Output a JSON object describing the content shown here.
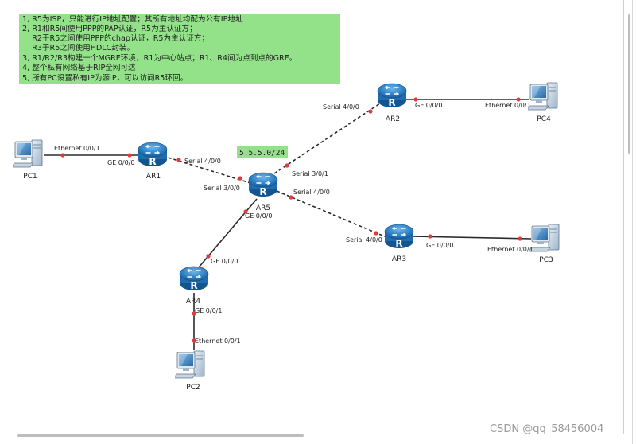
{
  "colors": {
    "note_bg": "#93e28a",
    "net_tag_bg": "#93e28a",
    "link_color": "#2b2b2b",
    "port_dot": "#e23a3a",
    "router_blue": "#1d6fb4"
  },
  "notes": [
    "1, R5为ISP，只能进行IP地址配置；其所有地址均配为公有IP地址",
    "2, R1和R5间使用PPP的PAP认证，R5为主认证方；",
    "    R2于R5之间使用PPP的chap认证，R5为主认证方；",
    "    R3于R5之间使用HDLC封装。",
    "3, R1/R2/R3构建一个MGRE环境，R1为中心站点；R1、R4间为点到点的GRE。",
    "4, 整个私有网络基于RIP全网可达",
    "5, 所有PC设置私有IP为源IP，可以访问R5环回。"
  ],
  "network_tag": "5.5.5.0/24",
  "devices": {
    "pc1": "PC1",
    "pc2": "PC2",
    "pc3": "PC3",
    "pc4": "PC4",
    "ar1": "AR1",
    "ar2": "AR2",
    "ar3": "AR3",
    "ar4": "AR4",
    "ar5": "AR5"
  },
  "ports": {
    "pc1_eth": "Ethernet 0/0/1",
    "ar1_ge": "GE 0/0/0",
    "ar1_s": "Serial 4/0/0",
    "ar5_s300": "Serial 3/0/0",
    "ar5_s301": "Serial 3/0/1",
    "ar5_s400": "Serial 4/0/0",
    "ar5_ge": "GE 0/0/0",
    "ar2_s": "Serial 4/0/0",
    "ar2_ge": "GE 0/0/0",
    "pc4_eth": "Ethernet 0/0/1",
    "ar3_s": "Serial 4/0/0",
    "ar3_ge": "GE 0/0/0",
    "pc3_eth": "Ethernet 0/0/1",
    "ar4_ge0": "GE 0/0/0",
    "ar4_ge1": "GE 0/0/1",
    "pc2_eth": "Ethernet 0/0/1"
  },
  "watermark": "CSDN @qq_58456004"
}
